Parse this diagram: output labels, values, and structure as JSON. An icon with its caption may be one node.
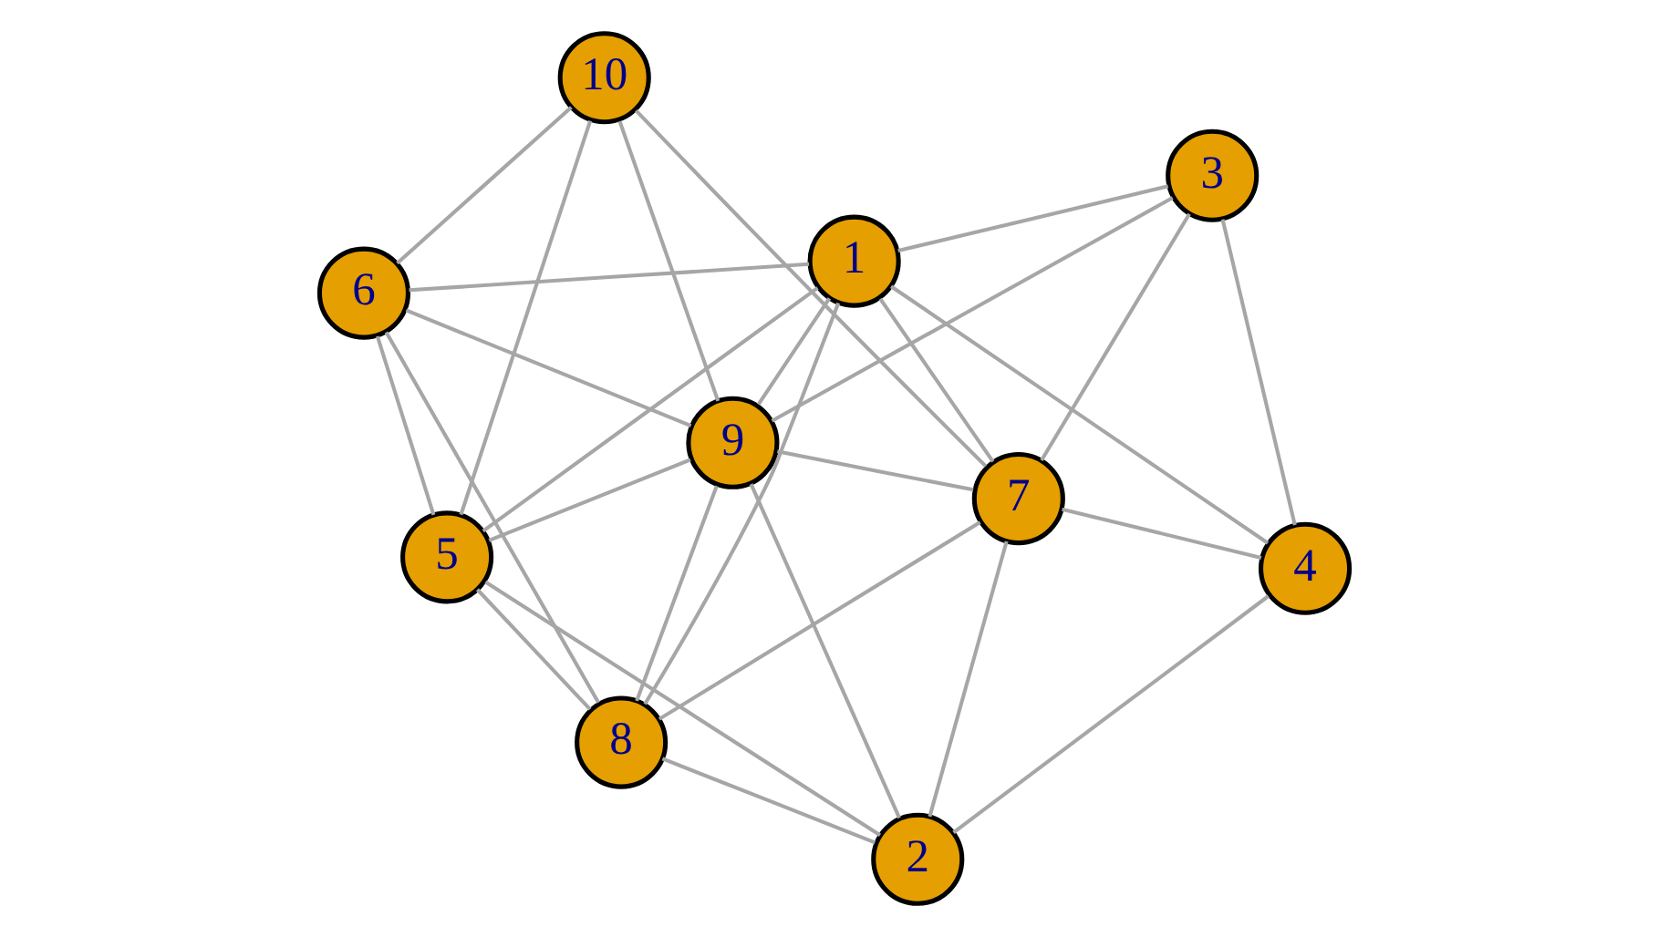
{
  "diagram": {
    "nodes": [
      {
        "text": [
          "5"
        ]
      },
      {
        "text": [
          "8"
        ]
      },
      {
        "text": [
          "2"
        ]
      },
      {
        "text": [
          "6"
        ]
      },
      {
        "text": [
          "9"
        ]
      },
      {
        "text": [
          "10"
        ]
      },
      {
        "text": [
          "7"
        ]
      },
      {
        "text": [
          "1"
        ]
      },
      {
        "text": [
          "4"
        ]
      },
      {
        "text": [
          "3"
        ]
      }
    ],
    "edges": [
      {
        "from": 0,
        "to": 1,
        "arrow": "none"
      },
      {
        "from": 0,
        "to": 2,
        "arrow": "none"
      },
      {
        "from": 1,
        "to": 2,
        "arrow": "none"
      },
      {
        "from": 0,
        "to": 3,
        "arrow": "none"
      },
      {
        "from": 0,
        "to": 5,
        "arrow": "none"
      },
      {
        "from": 3,
        "to": 5,
        "arrow": "none"
      },
      {
        "from": 0,
        "to": 4,
        "arrow": "none"
      },
      {
        "from": 0,
        "to": 7,
        "arrow": "none"
      },
      {
        "from": 1,
        "to": 3,
        "arrow": "none"
      },
      {
        "from": 1,
        "to": 4,
        "arrow": "none"
      },
      {
        "from": 1,
        "to": 7,
        "arrow": "none"
      },
      {
        "from": 1,
        "to": 6,
        "arrow": "none"
      },
      {
        "from": 2,
        "to": 4,
        "arrow": "none"
      },
      {
        "from": 2,
        "to": 6,
        "arrow": "none"
      },
      {
        "from": 2,
        "to": 8,
        "arrow": "none"
      },
      {
        "from": 3,
        "to": 4,
        "arrow": "none"
      },
      {
        "from": 3,
        "to": 7,
        "arrow": "none"
      },
      {
        "from": 4,
        "to": 5,
        "arrow": "none"
      },
      {
        "from": 4,
        "to": 6,
        "arrow": "none"
      },
      {
        "from": 4,
        "to": 7,
        "arrow": "none"
      },
      {
        "from": 4,
        "to": 9,
        "arrow": "none"
      },
      {
        "from": 5,
        "to": 6,
        "arrow": "none"
      },
      {
        "from": 6,
        "to": 7,
        "arrow": "none"
      },
      {
        "from": 6,
        "to": 8,
        "arrow": "none"
      },
      {
        "from": 6,
        "to": 9,
        "arrow": "none"
      },
      {
        "from": 7,
        "to": 8,
        "arrow": "none"
      },
      {
        "from": 7,
        "to": 9,
        "arrow": "none"
      },
      {
        "from": 8,
        "to": 9,
        "arrow": "none"
      }
    ]
  }
}
